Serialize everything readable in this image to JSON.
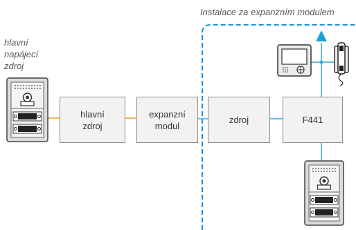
{
  "labels": {
    "expansion_title": "Instalace za expanzním modulem",
    "power_supply_title": [
      "hlavní",
      "napájecí",
      "zdroj"
    ]
  },
  "blocks": {
    "main_supply": [
      "hlavní",
      "zdroj"
    ],
    "expansion_module": [
      "expanzní",
      "modul"
    ],
    "supply": [
      "zdroj"
    ],
    "f441": [
      "F441"
    ]
  },
  "colors": {
    "dashed_border": "#1f8fd6",
    "orange_wire": "#f59a23",
    "blue_wire": "#35a6d9",
    "arrow": "#16a3dc"
  },
  "icons": [
    "entrance-panel-icon",
    "video-monitor-icon",
    "handset-intercom-icon",
    "up-arrow-icon"
  ]
}
